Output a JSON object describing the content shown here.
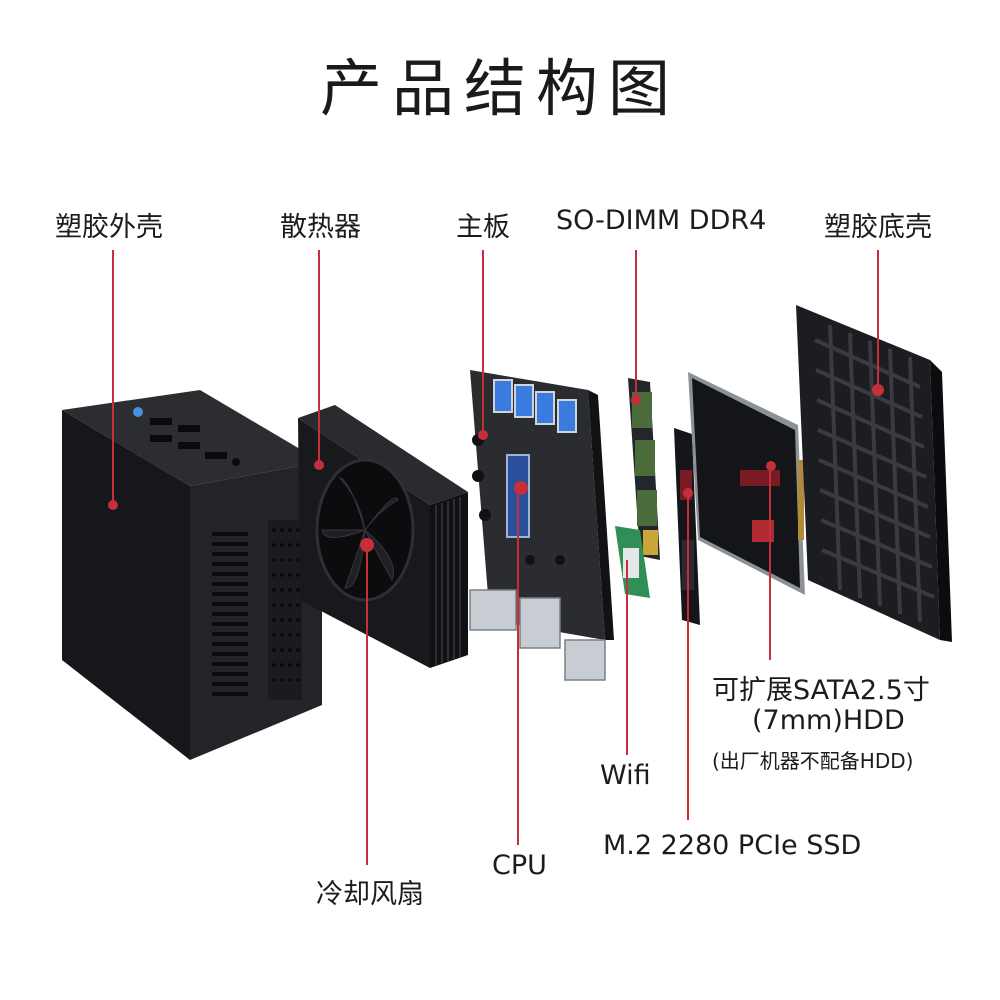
{
  "title": "产品结构图",
  "labels": {
    "plastic_shell": "塑胶外壳",
    "heatsink": "散热器",
    "motherboard": "主板",
    "ram": "SO-DIMM DDR4",
    "plastic_bottom": "塑胶底壳",
    "fan": "冷却风扇",
    "cpu": "CPU",
    "wifi": "Wifi",
    "ssd": "M.2  2280  PCIe SSD",
    "hdd_line1": "可扩展SATA2.5寸",
    "hdd_line2": "(7mm)HDD",
    "hdd_line3": "(出厂机器不配备HDD)"
  },
  "colors": {
    "leader_line": "#c4303a",
    "case": "#1e1f22",
    "pcb": "#2a2c30",
    "usb_blue": "#3a7be0",
    "heatsink": "#151618"
  }
}
